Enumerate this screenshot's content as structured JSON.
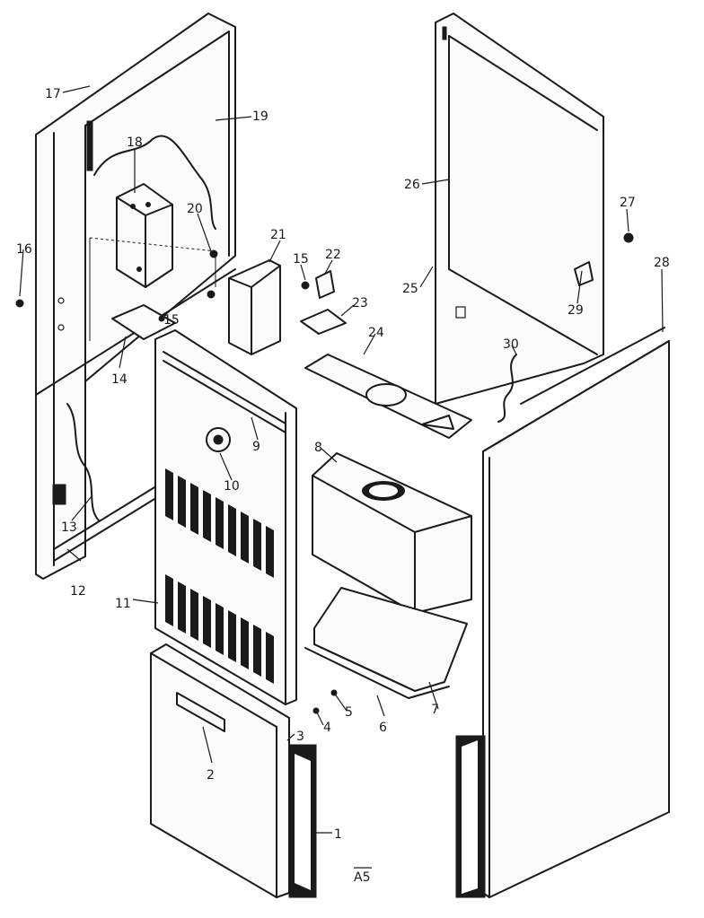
{
  "drawing_code": "A5",
  "callouts": {
    "p1": "1",
    "p2": "2",
    "p3": "3",
    "p4": "4",
    "p5": "5",
    "p6": "6",
    "p7": "7",
    "p8": "8",
    "p9": "9",
    "p10": "10",
    "p11": "11",
    "p12": "12",
    "p13": "13",
    "p14": "14",
    "p15a": "15",
    "p15b": "15",
    "p16": "16",
    "p17": "17",
    "p18": "18",
    "p19": "19",
    "p20": "20",
    "p21": "21",
    "p22": "22",
    "p23": "23",
    "p24": "24",
    "p25": "25",
    "p26": "26",
    "p27": "27",
    "p28": "28",
    "p29": "29",
    "p30": "30"
  }
}
